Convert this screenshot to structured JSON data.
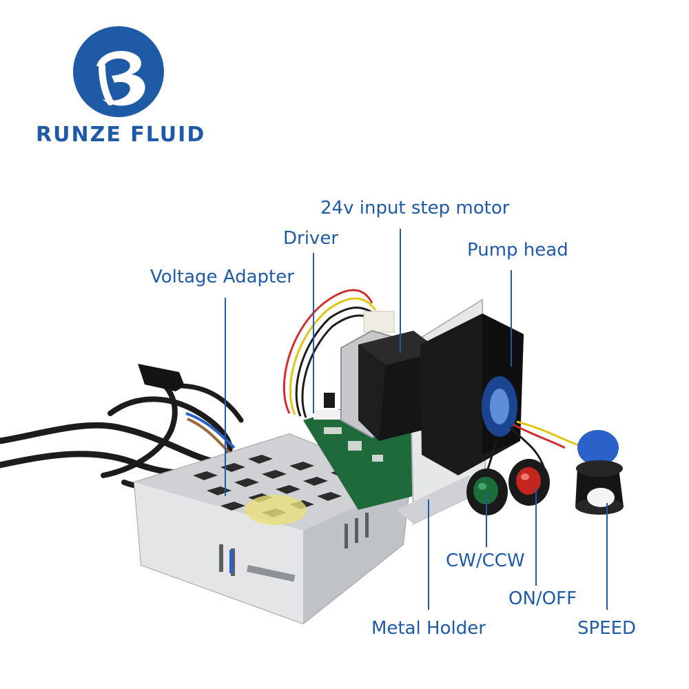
{
  "brand": {
    "name": "RUNZE FLUID",
    "logo_color": "#1f5aa6"
  },
  "callouts": {
    "motor": "24v input step motor",
    "driver": "Driver",
    "pump_head": "Pump head",
    "voltage_adapter": "Voltage Adapter",
    "cw_ccw": "CW/CCW",
    "on_off": "ON/OFF",
    "metal_holder": "Metal Holder",
    "speed": "SPEED"
  },
  "colors": {
    "label": "#1f5aa6",
    "green_button": "#1b6e3a",
    "red_button": "#c4261f",
    "knob_blue": "#2a62c9"
  }
}
